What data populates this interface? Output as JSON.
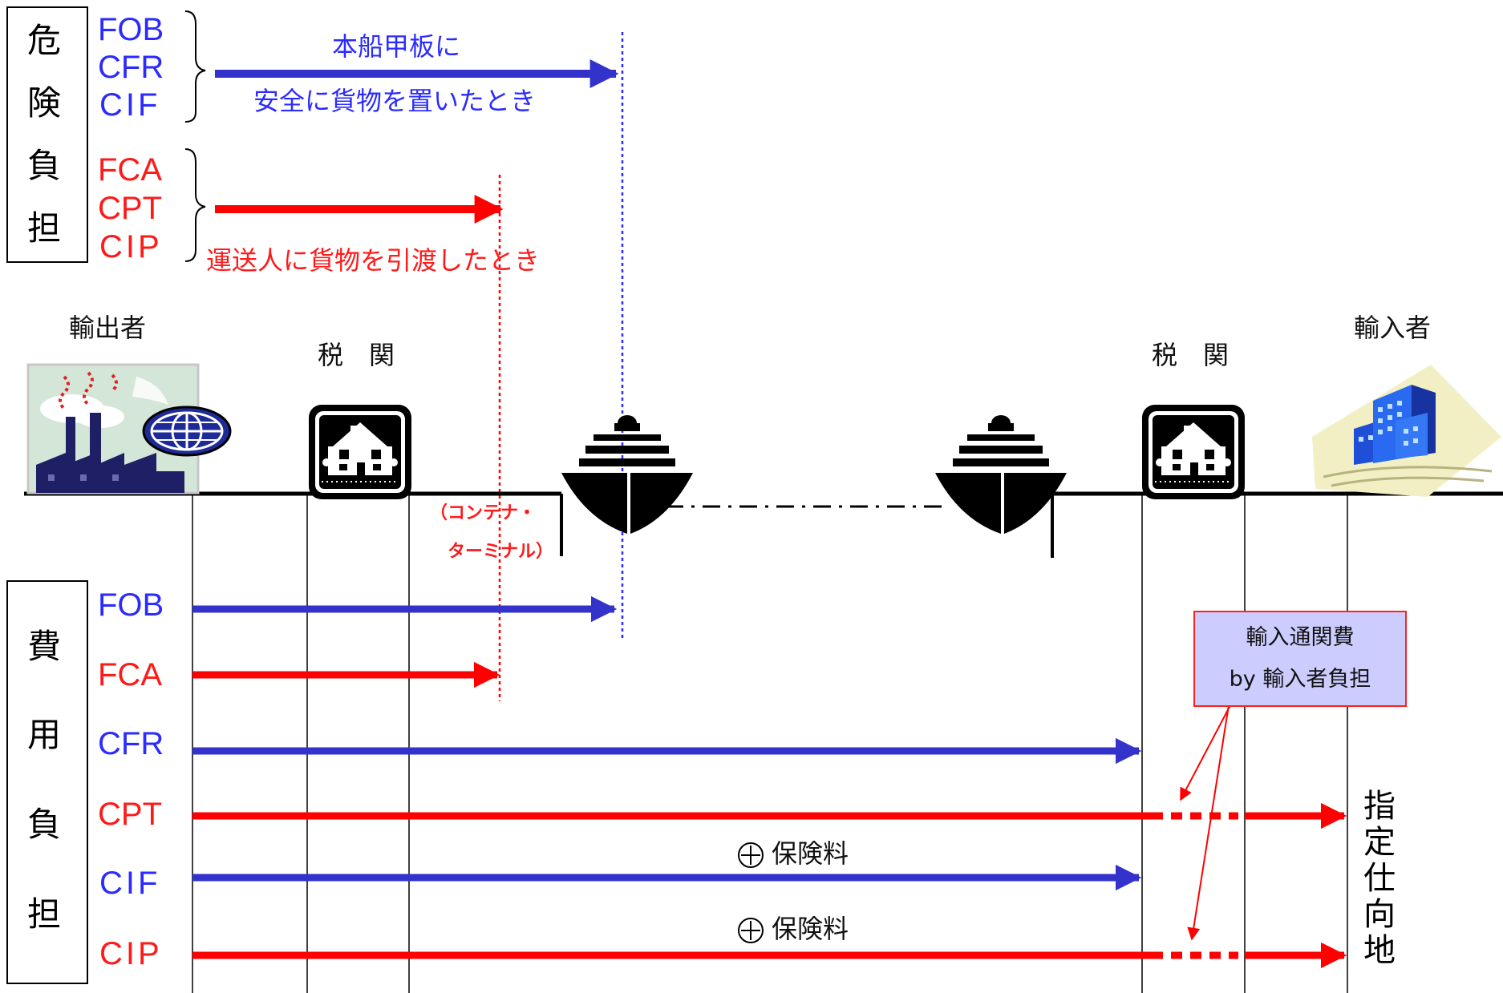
{
  "risk": {
    "title_chars": [
      "危",
      "険",
      "負",
      "担"
    ],
    "group_sea": {
      "codes": [
        "FOB",
        "CFR",
        "CIF"
      ],
      "label_line1": "本船甲板に",
      "label_line2": "安全に貨物を置いたとき"
    },
    "group_carrier": {
      "codes": [
        "FCA",
        "CPT",
        "CIP"
      ],
      "label": "運送人に貨物を引渡したとき"
    }
  },
  "parties": {
    "exporter": "輸出者",
    "importer": "輸入者",
    "customs_left": "税　関",
    "customs_right": "税　関",
    "terminal_line1": "（コンテナ・",
    "terminal_line2": "ターミナル）"
  },
  "cost": {
    "title_chars": [
      "費",
      "用",
      "負",
      "担"
    ],
    "rows": [
      {
        "code": "FOB",
        "color": "blue"
      },
      {
        "code": "FCA",
        "color": "red"
      },
      {
        "code": "CFR",
        "color": "blue"
      },
      {
        "code": "CPT",
        "color": "red"
      },
      {
        "code": "CIF",
        "color": "blue"
      },
      {
        "code": "CIP",
        "color": "red"
      }
    ],
    "insurance_cif": "保険料",
    "insurance_cip": "保険料",
    "import_clearance_line1": "輸入通関費",
    "import_clearance_line2": "by 輸入者負担",
    "destination_chars": [
      "指",
      "定",
      "仕",
      "向",
      "地"
    ]
  },
  "colors": {
    "blue": "#3333cc",
    "red": "#ff0000",
    "text_blue": "#2b2bff",
    "note_fill": "#ccccff"
  }
}
